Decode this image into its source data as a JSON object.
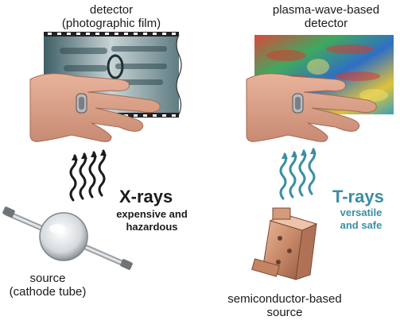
{
  "left": {
    "detector_line1": "detector",
    "detector_line2": "(photographic film)",
    "ray_title": "X-rays",
    "ray_desc_line1": "expensive and",
    "ray_desc_line2": "hazardous",
    "source_line1": "source",
    "source_line2": "(cathode tube)",
    "accent_color": "#1b1b1b"
  },
  "right": {
    "detector_line1": "plasma-wave-based",
    "detector_line2": "detector",
    "ray_title": "T-rays",
    "ray_desc_line1": "versatile",
    "ray_desc_line2": "and safe",
    "source_line1": "semiconductor-based",
    "source_line2": "source",
    "accent_color": "#3a8fa3"
  }
}
